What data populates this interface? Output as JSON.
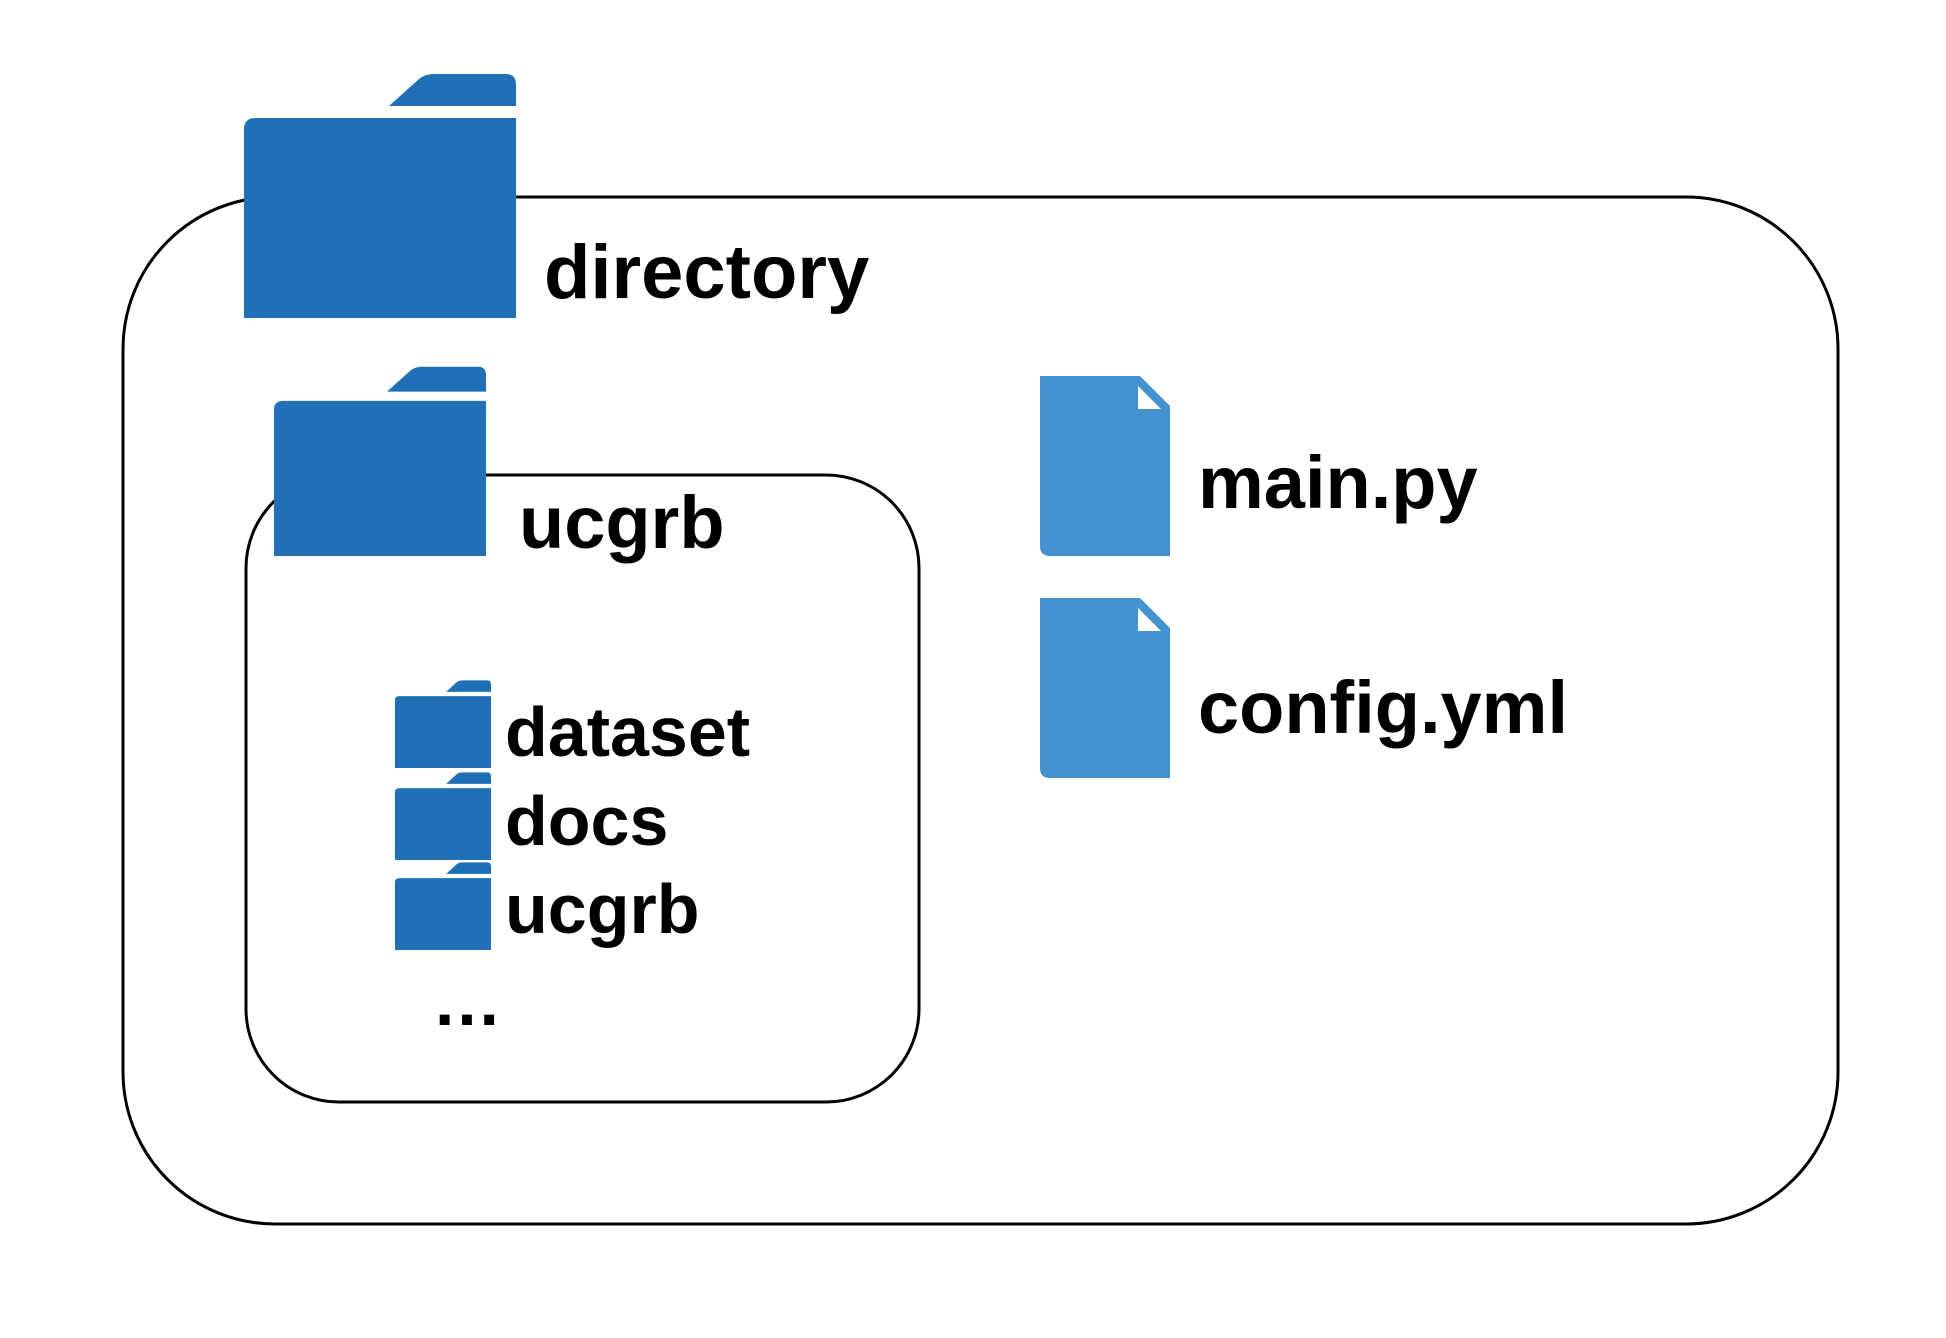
{
  "colors": {
    "folder": "#2070b8",
    "file": "#4592d0",
    "outline": "#000000",
    "background": "#ffffff"
  },
  "root": {
    "name": "directory",
    "icon": "folder-icon",
    "children": {
      "folder": {
        "name": "ucgrb",
        "icon": "folder-icon",
        "items": [
          {
            "name": "dataset",
            "icon": "folder-icon"
          },
          {
            "name": "docs",
            "icon": "folder-icon"
          },
          {
            "name": "ucgrb",
            "icon": "folder-icon"
          }
        ],
        "more": "…"
      },
      "files": [
        {
          "name": "main.py",
          "icon": "file-icon"
        },
        {
          "name": "config.yml",
          "icon": "file-icon"
        }
      ]
    }
  }
}
